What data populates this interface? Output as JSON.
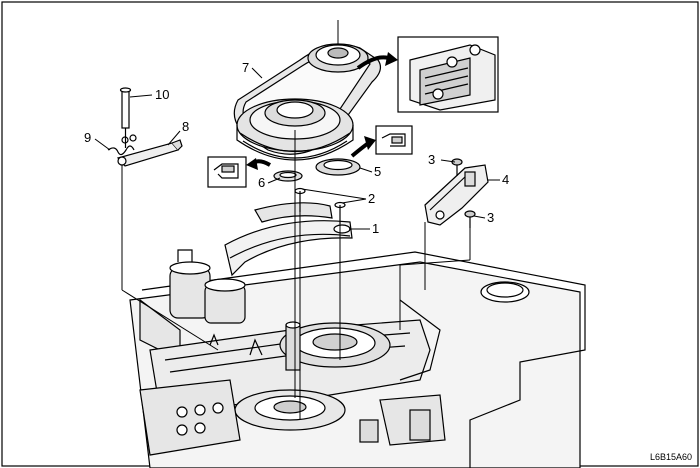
{
  "figure_code": "L6B15A60",
  "callouts": {
    "c1": "1",
    "c2": "2",
    "c3a": "3",
    "c3b": "3",
    "c4": "4",
    "c5": "5",
    "c6": "6",
    "c7": "7",
    "c8": "8",
    "c9": "9",
    "c10": "10"
  },
  "colors": {
    "line": "#000000",
    "background": "#ffffff",
    "shade": "#d8d8d8"
  }
}
